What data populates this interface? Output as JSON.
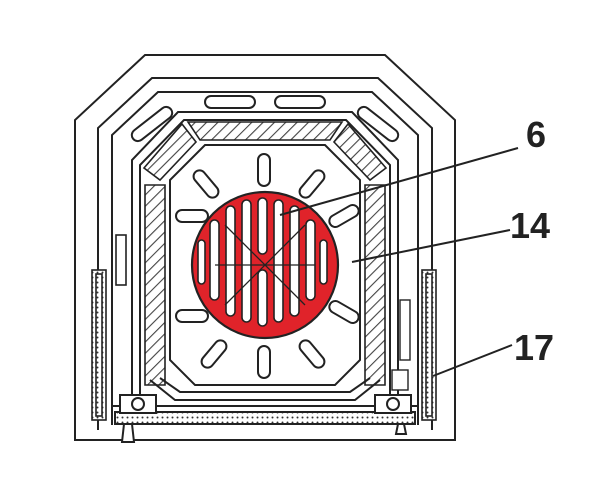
{
  "labels": {
    "grate": "6",
    "liner": "14",
    "side_panel": "17"
  },
  "colors": {
    "line": "#222222",
    "grate_fill": "#e0232a",
    "background": "#ffffff",
    "hatch": "#444444"
  }
}
